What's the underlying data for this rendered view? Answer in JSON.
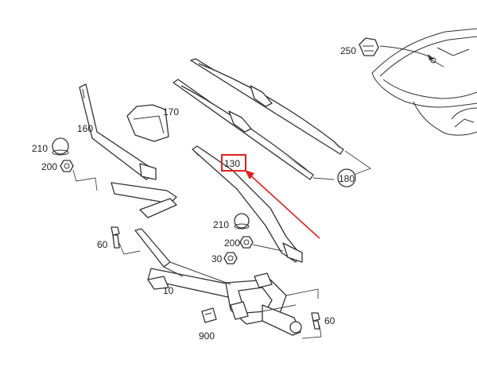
{
  "diagram": {
    "labels": {
      "p250": "250",
      "p170": "170",
      "p160": "160",
      "p210a": "210",
      "p200a": "200",
      "p130": "130",
      "p180": "180",
      "p210b": "210",
      "p200b": "200",
      "p30": "30",
      "p60a": "60",
      "p10": "10",
      "p900": "900",
      "p60b": "60"
    },
    "highlight": {
      "target": "130",
      "color": "#e02020"
    },
    "colors": {
      "line": "#333333",
      "background": "#ffffff",
      "highlight": "#e02020"
    }
  }
}
